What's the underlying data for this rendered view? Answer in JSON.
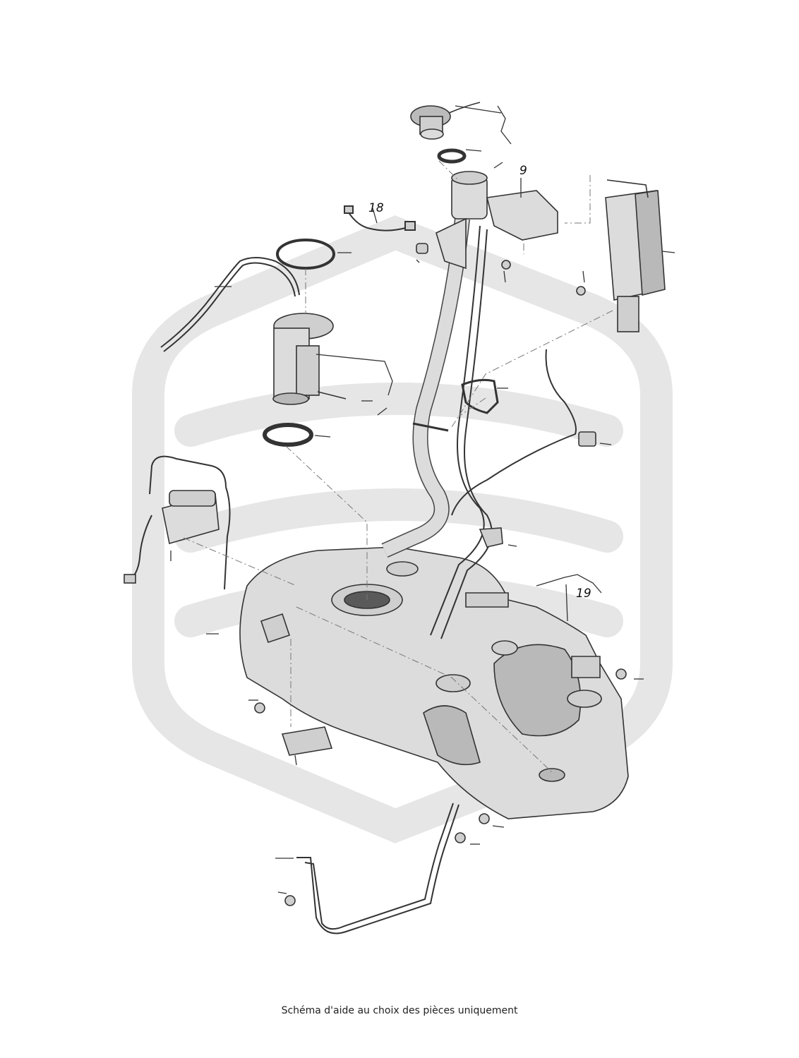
{
  "diagram": {
    "callouts": {
      "c9": "9",
      "c18": "18",
      "c19": "19"
    },
    "caption": "Schéma d'aide au choix des pièces uniquement",
    "colors": {
      "watermark": "#e6e6e6",
      "part_fill": "#dcdcdc",
      "part_shade": "#b9b9b9",
      "outline": "#333333"
    }
  }
}
